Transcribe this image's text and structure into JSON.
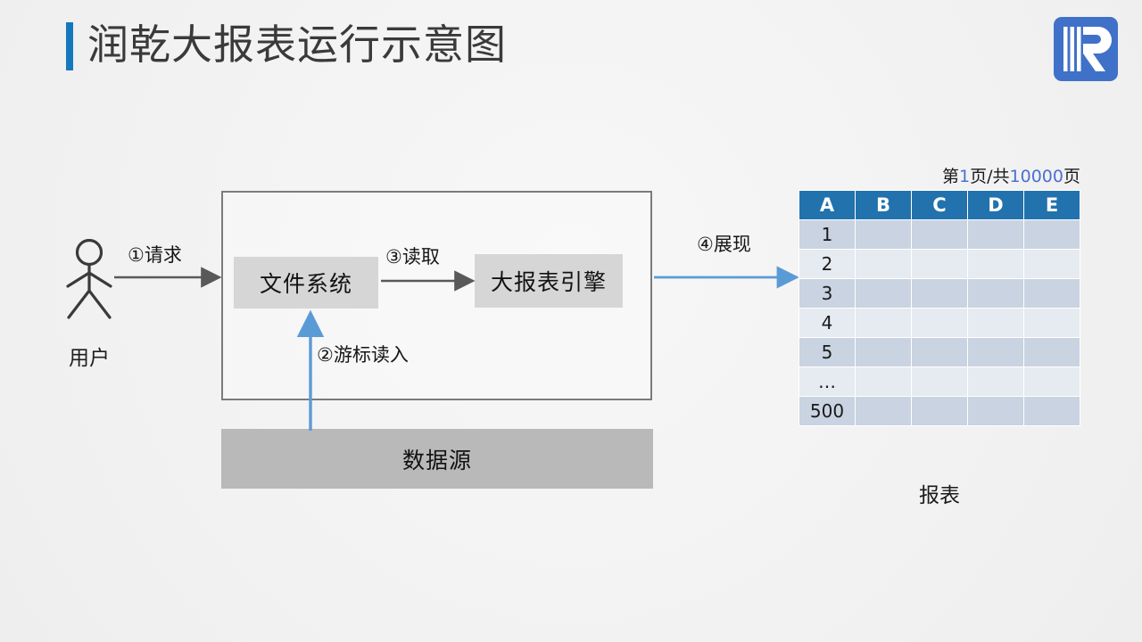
{
  "header": {
    "title": "润乾大报表运行示意图",
    "accent_color": "#1578bd",
    "logo_name": "runqian-r-logo"
  },
  "diagram": {
    "actor": {
      "icon": "stick-figure-user-icon",
      "label": "用户"
    },
    "boxes": [
      {
        "id": "file-system",
        "label": "文件系统",
        "fill": "#d6d6d6"
      },
      {
        "id": "report-engine",
        "label": "大报表引擎",
        "fill": "#d6d6d6"
      },
      {
        "id": "data-source",
        "label": "数据源",
        "fill": "#b9b9b9"
      }
    ],
    "container_border_color": "#7b7b7b",
    "flows": [
      {
        "id": "request",
        "label": "①请求",
        "color": "#595959"
      },
      {
        "id": "cursor-read",
        "label": "②游标读入",
        "color": "#5b9bd5"
      },
      {
        "id": "read",
        "label": "③读取",
        "color": "#595959"
      },
      {
        "id": "display",
        "label": "④展现",
        "color": "#5b9bd5"
      }
    ]
  },
  "report": {
    "pager": {
      "prefix": "第",
      "current_page": "1",
      "middle": "页/共",
      "total_pages": "10000",
      "suffix": "页"
    },
    "columns": [
      "A",
      "B",
      "C",
      "D",
      "E"
    ],
    "rows": [
      "1",
      "2",
      "3",
      "4",
      "5",
      "…",
      "500"
    ],
    "caption": "报表",
    "header_color": "#2272ad",
    "row_odd_color": "#c9d3e1",
    "row_even_color": "#e6eaf1"
  }
}
